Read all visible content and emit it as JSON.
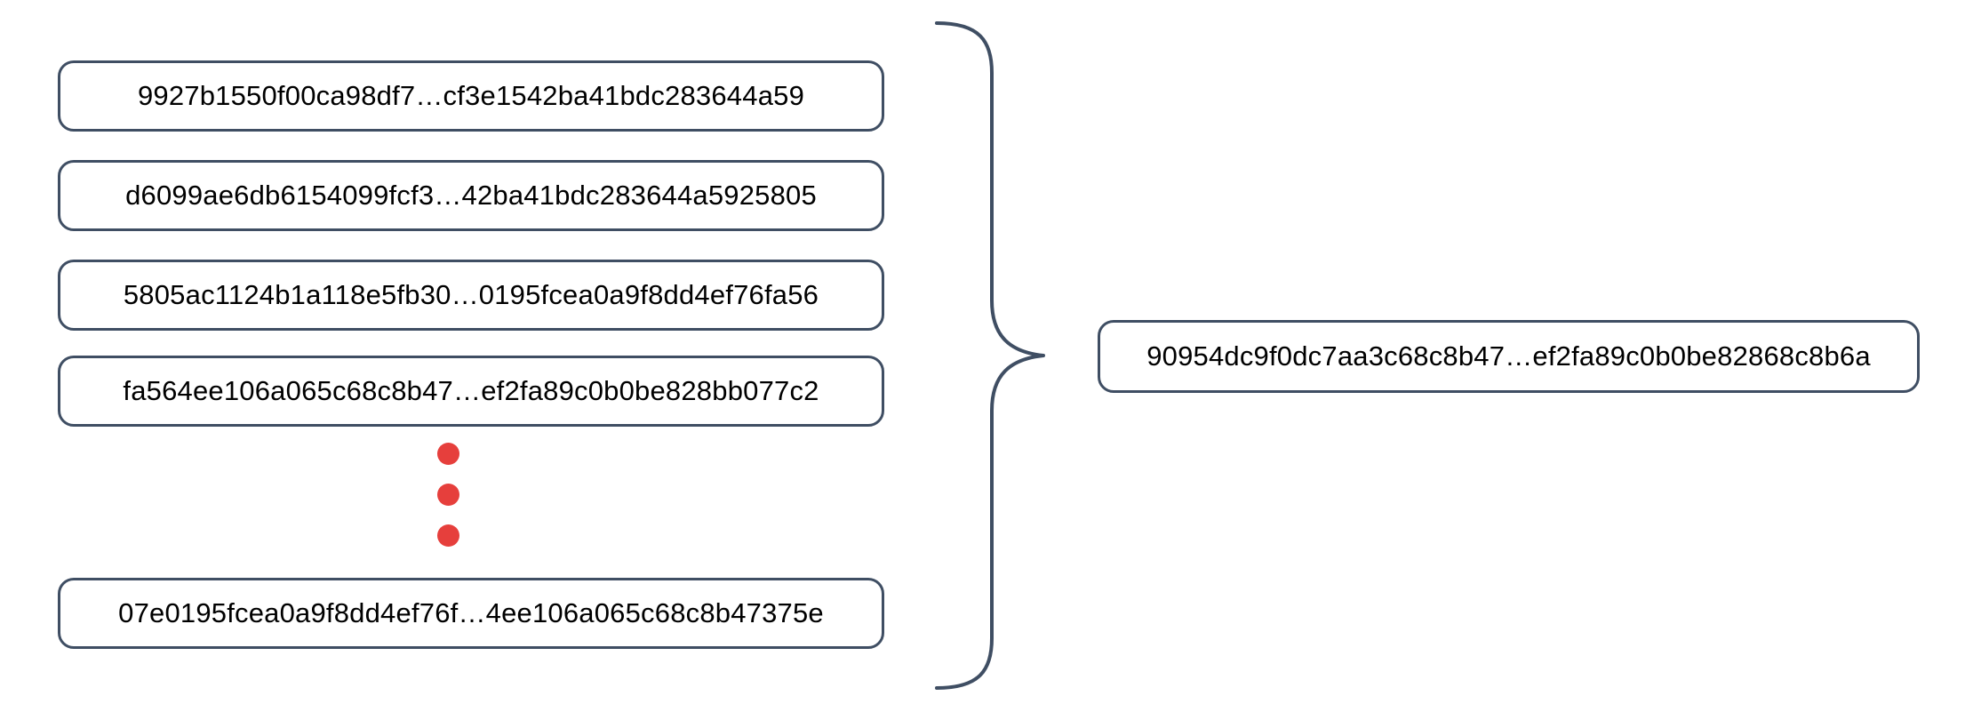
{
  "diagram": {
    "type": "aggregation-brace",
    "background_color": "#ffffff",
    "border_color": "#3f4e63",
    "text_color": "#000000",
    "accent_color": "#e63f3c",
    "inputs": [
      {
        "label": "9927b1550f00ca98df7…cf3e1542ba41bdc283644a59"
      },
      {
        "label": "d6099ae6db6154099fcf3…42ba41bdc283644a5925805"
      },
      {
        "label": "5805ac1124b1a118e5fb30…0195fcea0a9f8dd4ef76fa56"
      },
      {
        "label": "fa564ee106a065c68c8b47…ef2fa89c0b0be828bb077c2"
      },
      {
        "label": "07e0195fcea0a9f8dd4ef76f…4ee106a065c68c8b47375e"
      }
    ],
    "ellipsis": {
      "icon": "vertical-ellipsis-dots",
      "count": 3,
      "color": "#e63f3c"
    },
    "brace": {
      "icon": "right-curly-brace",
      "orientation": "right-pointing",
      "color": "#3f4e63"
    },
    "output": {
      "label": "90954dc9f0dc7aa3c68c8b47…ef2fa89c0b0be82868c8b6a"
    }
  }
}
